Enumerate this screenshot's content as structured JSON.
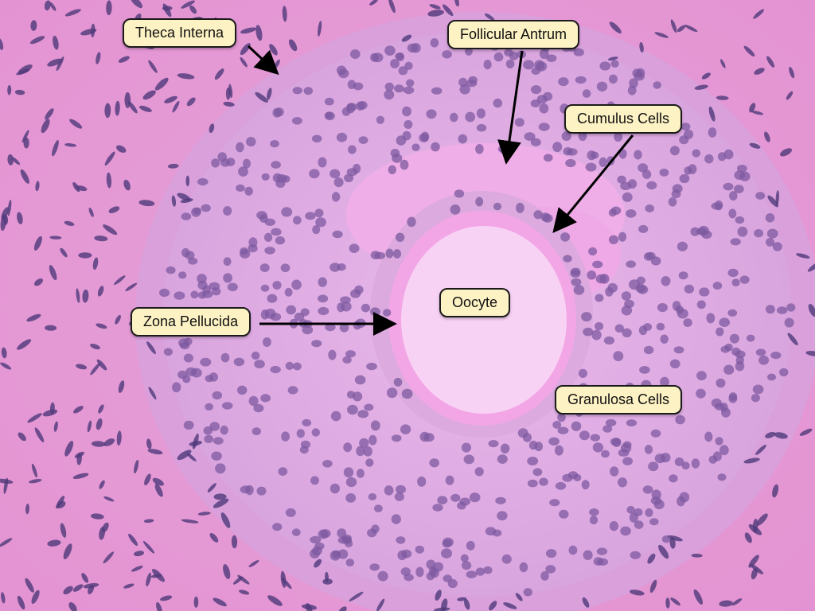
{
  "image": {
    "subject": "histology micrograph",
    "colors": {
      "stroma": "#e69ad6",
      "granulosa": "#d9a7e0",
      "antrum": "#f2aeea",
      "zona": "#f2a6e6",
      "oocyte": "#f8d2f5",
      "nucleus": "#6a4a8a",
      "label_fill": "#fdf2c4",
      "label_border": "#1b1b1b"
    }
  },
  "labels": {
    "theca_interna": "Theca Interna",
    "follicular_antrum": "Follicular Antrum",
    "cumulus_cells": "Cumulus Cells",
    "zona_pellucida": "Zona Pellucida",
    "oocyte": "Oocyte",
    "granulosa_cells": "Granulosa Cells"
  }
}
